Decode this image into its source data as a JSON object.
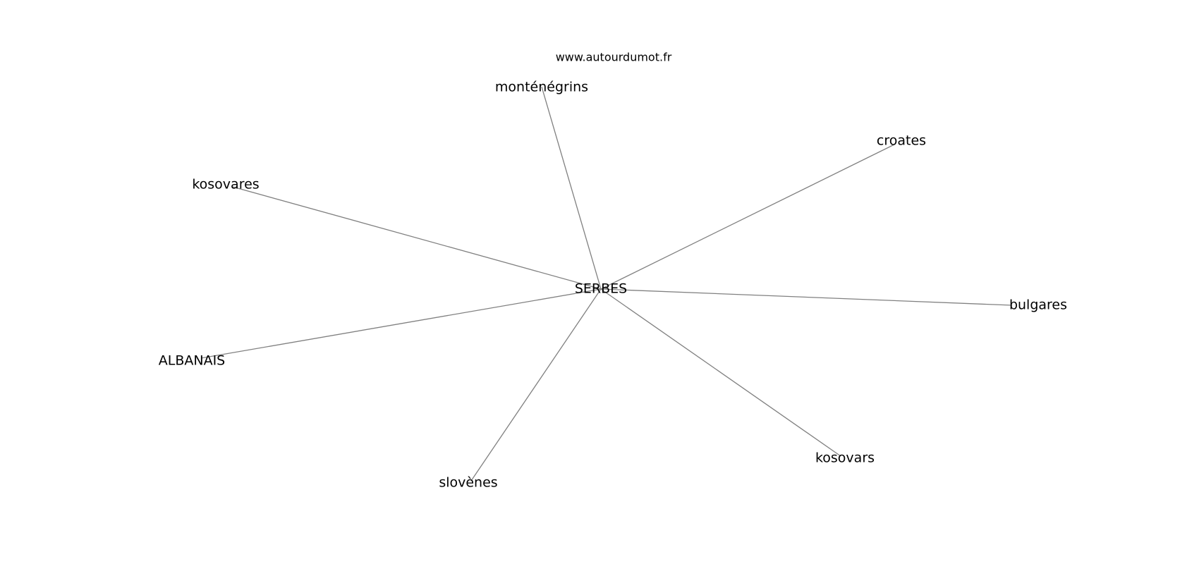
{
  "watermark": "www.autourdumot.fr",
  "graph": {
    "center": "SERBES",
    "nodes": [
      {
        "id": "center",
        "label": "SERBES"
      },
      {
        "id": "montenegrins",
        "label": "monténégrins"
      },
      {
        "id": "croates",
        "label": "croates"
      },
      {
        "id": "kosovares",
        "label": "kosovares"
      },
      {
        "id": "bulgares",
        "label": "bulgares"
      },
      {
        "id": "albanais",
        "label": "ALBANAIS"
      },
      {
        "id": "kosovars",
        "label": "kosovars"
      },
      {
        "id": "slovenes",
        "label": "slovènes"
      }
    ],
    "edges": [
      {
        "from": "center",
        "to": "montenegrins"
      },
      {
        "from": "center",
        "to": "croates"
      },
      {
        "from": "center",
        "to": "kosovares"
      },
      {
        "from": "center",
        "to": "bulgares"
      },
      {
        "from": "center",
        "to": "albanais"
      },
      {
        "from": "center",
        "to": "kosovars"
      },
      {
        "from": "center",
        "to": "slovenes"
      }
    ],
    "colors": {
      "edge": "#808080",
      "label": "#000000",
      "background": "#ffffff"
    }
  }
}
